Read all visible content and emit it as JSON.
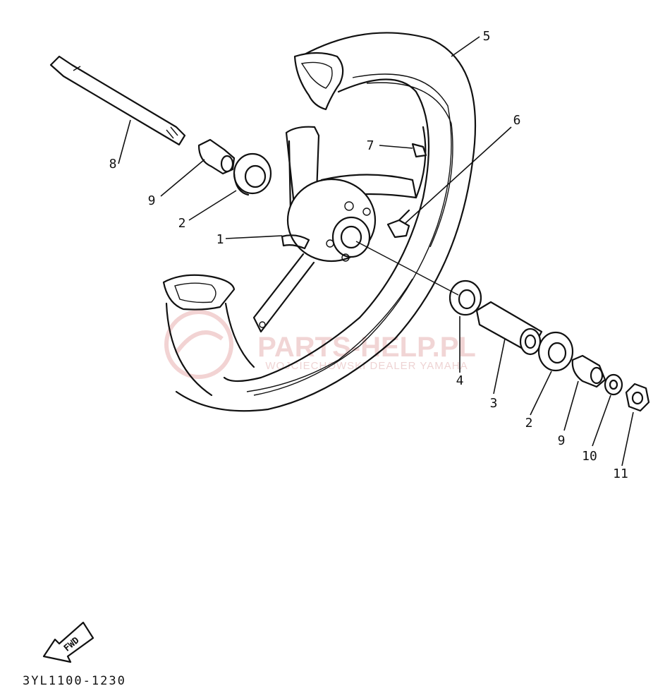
{
  "diagram": {
    "drawing_code": "3YL1100-1230",
    "fwd_arrow_text": "FWD",
    "watermark": {
      "main_text": "PARTS-HELP.PL",
      "sub_text": "WOJCIECHOWSKI DEALER YAMAHA"
    },
    "callouts": [
      {
        "id": "c1",
        "label": "1",
        "part": "wheel hub"
      },
      {
        "id": "c2a",
        "label": "2",
        "part": "bearing (left)"
      },
      {
        "id": "c2b",
        "label": "2",
        "part": "bearing (right)"
      },
      {
        "id": "c3",
        "label": "3",
        "part": "spacer"
      },
      {
        "id": "c4",
        "label": "4",
        "part": "oil seal"
      },
      {
        "id": "c5",
        "label": "5",
        "part": "tire"
      },
      {
        "id": "c6",
        "label": "6",
        "part": "valve"
      },
      {
        "id": "c7",
        "label": "7",
        "part": "balance weight"
      },
      {
        "id": "c8",
        "label": "8",
        "part": "axle"
      },
      {
        "id": "c9a",
        "label": "9",
        "part": "collar (left)"
      },
      {
        "id": "c9b",
        "label": "9",
        "part": "collar (right)"
      },
      {
        "id": "c10",
        "label": "10",
        "part": "washer"
      },
      {
        "id": "c11",
        "label": "11",
        "part": "nut"
      }
    ]
  }
}
